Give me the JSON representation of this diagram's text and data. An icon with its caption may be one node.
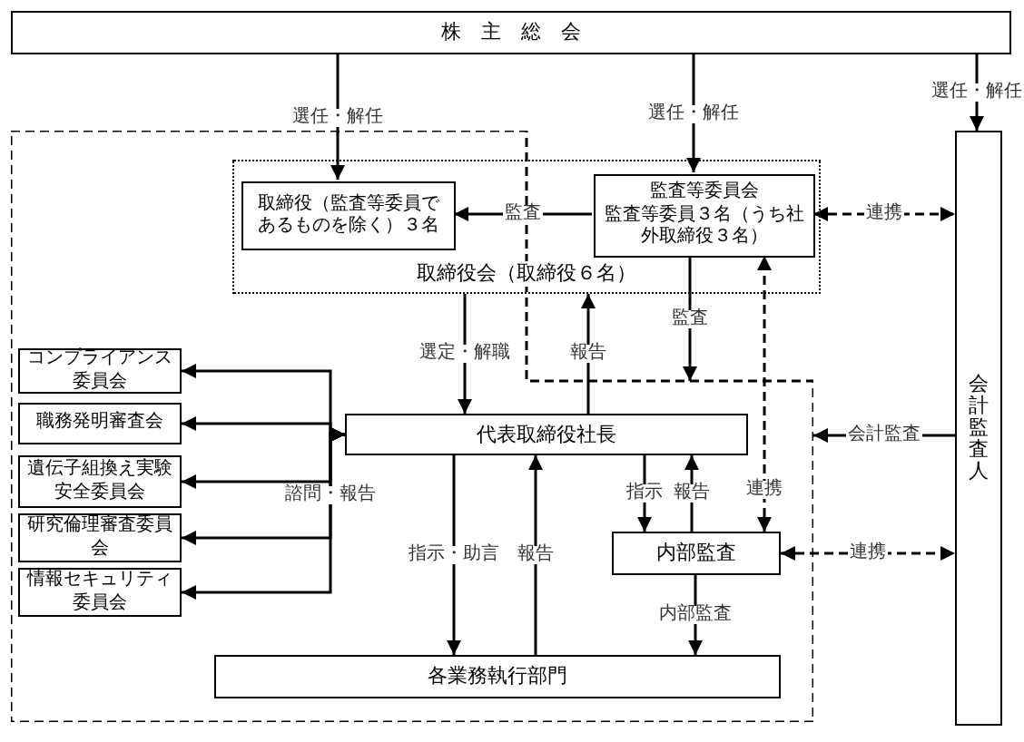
{
  "diagram": {
    "nodes": [
      {
        "text": [
          "株主総会"
        ]
      },
      {
        "text": [],
        "shape": "polygon"
      },
      {
        "text": [
          "取締役会（取締役６名）"
        ]
      },
      {
        "text": [
          "取締役（監査等委員であるものを除く）３名"
        ],
        "in": 2
      },
      {
        "text": [
          "監査等委員会",
          "監査等委員３名（うち社外取締役３名）"
        ],
        "in": 2
      },
      {
        "text": [
          "会計監査人"
        ]
      },
      {
        "text": [
          "コンプライアンス委員会"
        ],
        "in": 1
      },
      {
        "text": [
          "職務発明審査会"
        ],
        "in": 1
      },
      {
        "text": [
          "遺伝子組換え実験安全委員会"
        ],
        "in": 1
      },
      {
        "text": [
          "研究倫理審査委員会"
        ],
        "in": 1
      },
      {
        "text": [
          "情報セキュリティ委員会"
        ],
        "in": 1
      },
      {
        "text": [
          "代表取締役社長"
        ],
        "in": 1
      },
      {
        "text": [
          "内部監査"
        ],
        "in": 1
      },
      {
        "text": [
          "各業務執行部門"
        ],
        "in": 1
      }
    ],
    "edges": [
      {
        "from": 0,
        "to": 3,
        "arrow": "to",
        "label": "選任・解任"
      },
      {
        "from": 0,
        "to": 4,
        "arrow": "to",
        "label": "選任・解任"
      },
      {
        "from": 0,
        "to": 5,
        "arrow": "to",
        "label": "選任・解任"
      },
      {
        "from": 4,
        "to": 3,
        "arrow": "to",
        "label": "監査"
      },
      {
        "from": 4,
        "to": 5,
        "arrow": "both",
        "label": "連携",
        "style": "dashed"
      },
      {
        "from": 2,
        "to": 11,
        "arrow": "to",
        "label": "選定・解職"
      },
      {
        "from": 11,
        "to": 2,
        "arrow": "to",
        "label": "報告"
      },
      {
        "from": 4,
        "to": 1,
        "arrow": "to",
        "label": "監査"
      },
      {
        "from": 12,
        "to": 4,
        "arrow": "both",
        "label": "連携",
        "style": "dashed"
      },
      {
        "from": 5,
        "to": 1,
        "arrow": "to",
        "label": "会計監査"
      },
      {
        "from": 11,
        "to": 12,
        "arrow": "to",
        "label": "指示"
      },
      {
        "from": 12,
        "to": 11,
        "arrow": "to",
        "label": "報告"
      },
      {
        "from": 12,
        "to": 5,
        "arrow": "both",
        "label": "連携",
        "style": "dashed"
      },
      {
        "from": 12,
        "to": 13,
        "arrow": "to",
        "label": "内部監査"
      },
      {
        "from": 11,
        "to": 13,
        "arrow": "to",
        "label": "指示・助言"
      },
      {
        "from": 13,
        "to": 11,
        "arrow": "to",
        "label": "報告"
      },
      {
        "from": 11,
        "to": 6,
        "arrow": "both"
      },
      {
        "from": 11,
        "to": 7,
        "arrow": "both"
      },
      {
        "from": 11,
        "to": 8,
        "arrow": "both"
      },
      {
        "from": 11,
        "to": 9,
        "arrow": "both",
        "label": "諮問・報告"
      },
      {
        "from": 11,
        "to": 10,
        "arrow": "both"
      }
    ]
  }
}
